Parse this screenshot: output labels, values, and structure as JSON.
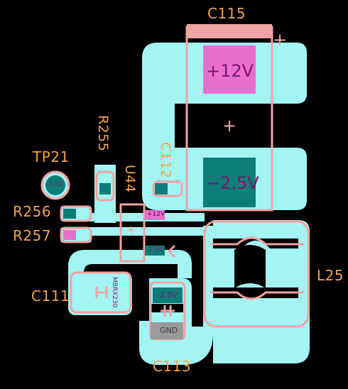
{
  "designators": {
    "c115": "C115",
    "tp21": "TP21",
    "r255": "R255",
    "u44": "U44",
    "c112": "C112",
    "r256": "R256",
    "r257": "R257",
    "c111": "C111",
    "l25": "L25",
    "c113": "C113"
  },
  "nets": {
    "plus12v_big": "+12V",
    "minus2v5_big": "−2.5V",
    "tp_neg": "-2.5V",
    "u44_plus12": "+12V",
    "u44_minus": "-2.5V",
    "c113_top": "-2.5V",
    "c113_bottom": "GND",
    "c111_part": "MBRX230"
  },
  "polarity_marks": {
    "c115_plus_corner": "+",
    "c115_plus_center": "+",
    "u44_pin1": "+"
  },
  "colors": {
    "copper": "#a3f5f3",
    "silkscreen": "#f0a3a3",
    "pad_positive": "#e96fcf",
    "pad_negative": "#0c7d78",
    "pad_gnd": "#9a9a9a",
    "label": "#f0a24a",
    "background": "#000000"
  }
}
